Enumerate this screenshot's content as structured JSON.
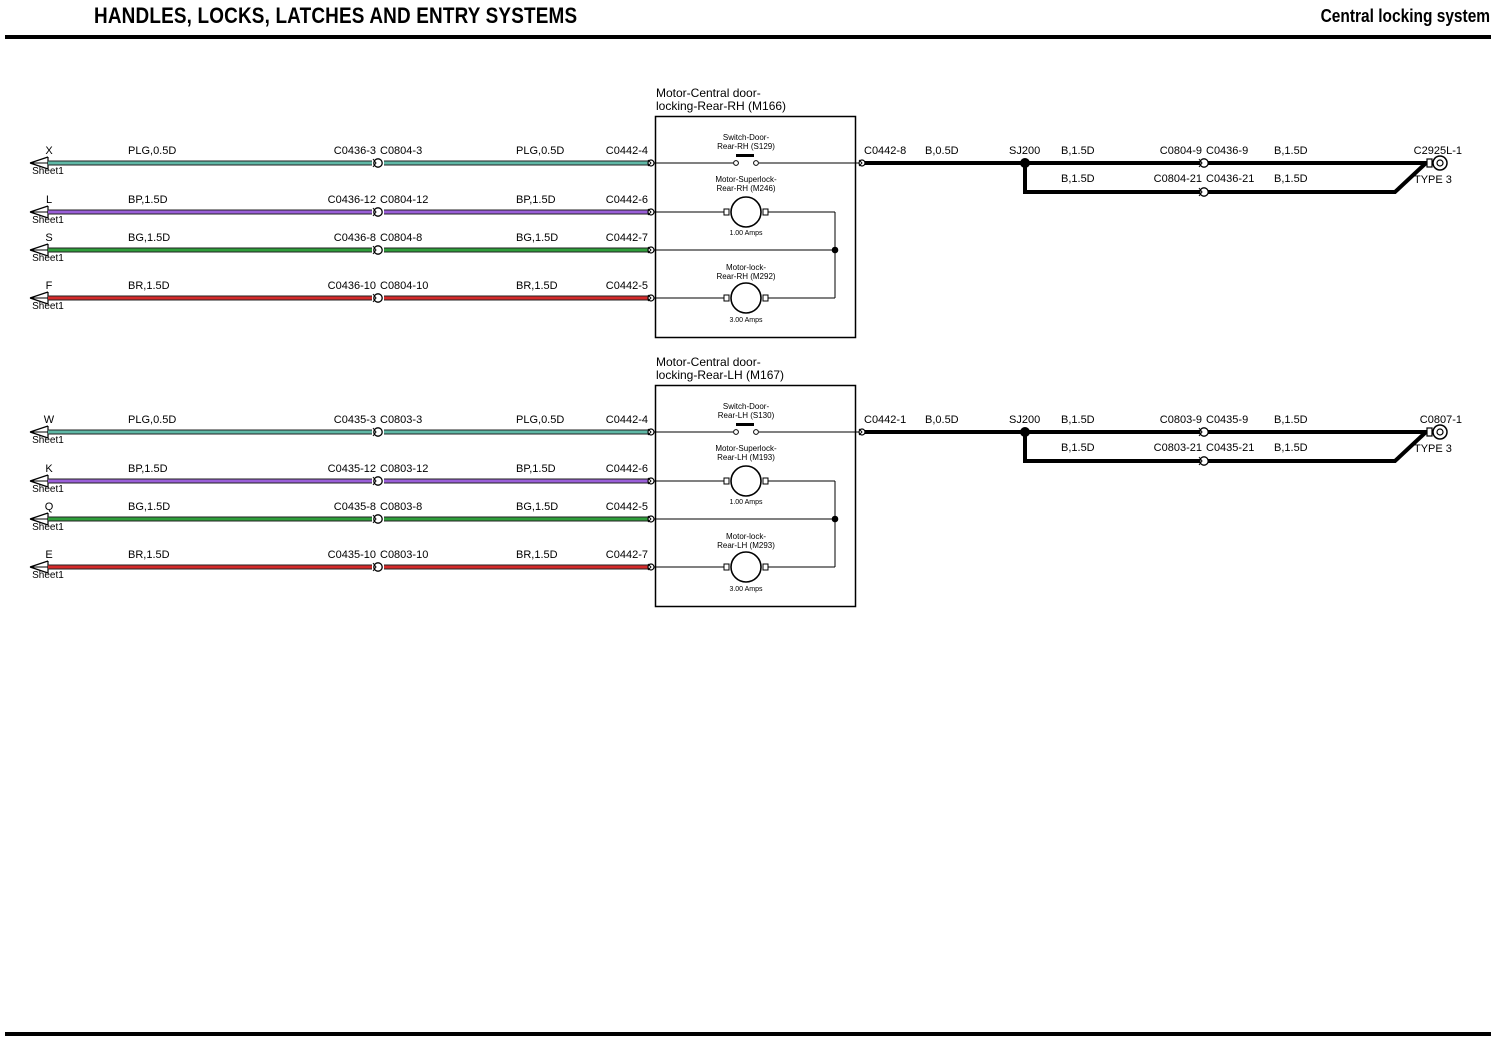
{
  "header": {
    "title": "HANDLES, LOCKS, LATCHES AND ENTRY SYSTEMS",
    "section": "Central locking system"
  },
  "colors": {
    "PLG": "#5fb8a6",
    "BP": "#9a5fd8",
    "BG": "#2f9e3a",
    "BR": "#d42a2a",
    "B": "#000000"
  },
  "blocks": [
    {
      "component_title": [
        "Motor-Central door-",
        "locking-Rear-RH (M166)"
      ],
      "wires": [
        {
          "letter": "X",
          "sheet": "Sheet1",
          "wire1": "PLG,0.5D",
          "conn_a": "C0436-3",
          "conn_b": "C0804-3",
          "wire2": "PLG,0.5D",
          "pin": "C0442-4",
          "color": "PLG"
        },
        {
          "letter": "L",
          "sheet": "Sheet1",
          "wire1": "BP,1.5D",
          "conn_a": "C0436-12",
          "conn_b": "C0804-12",
          "wire2": "BP,1.5D",
          "pin": "C0442-6",
          "color": "BP"
        },
        {
          "letter": "S",
          "sheet": "Sheet1",
          "wire1": "BG,1.5D",
          "conn_a": "C0436-8",
          "conn_b": "C0804-8",
          "wire2": "BG,1.5D",
          "pin": "C0442-7",
          "color": "BG"
        },
        {
          "letter": "F",
          "sheet": "Sheet1",
          "wire1": "BR,1.5D",
          "conn_a": "C0436-10",
          "conn_b": "C0804-10",
          "wire2": "BR,1.5D",
          "pin": "C0442-5",
          "color": "BR"
        }
      ],
      "switch_label": [
        "Switch-Door-",
        "Rear-RH (S129)"
      ],
      "motor1_label": [
        "Motor-Superlock-",
        "Rear-RH (M246)"
      ],
      "motor1_amps": "1.00 Amps",
      "motor2_label": [
        "Motor-lock-",
        "Rear-RH (M292)"
      ],
      "motor2_amps": "3.00 Amps",
      "out_pin": "C0442-8",
      "out_wire": "B,0.5D",
      "splice": "SJ200",
      "upper": {
        "wire_a": "B,1.5D",
        "conn_a": "C0804-9",
        "conn_b": "C0436-9",
        "wire_b": "B,1.5D"
      },
      "lower": {
        "wire_a": "B,1.5D",
        "conn_a": "C0804-21",
        "conn_b": "C0436-21",
        "wire_b": "B,1.5D"
      },
      "ground": "C2925L-1",
      "ground_type": "TYPE 3"
    },
    {
      "component_title": [
        "Motor-Central door-",
        "locking-Rear-LH (M167)"
      ],
      "wires": [
        {
          "letter": "W",
          "sheet": "Sheet1",
          "wire1": "PLG,0.5D",
          "conn_a": "C0435-3",
          "conn_b": "C0803-3",
          "wire2": "PLG,0.5D",
          "pin": "C0442-4",
          "color": "PLG"
        },
        {
          "letter": "K",
          "sheet": "Sheet1",
          "wire1": "BP,1.5D",
          "conn_a": "C0435-12",
          "conn_b": "C0803-12",
          "wire2": "BP,1.5D",
          "pin": "C0442-6",
          "color": "BP"
        },
        {
          "letter": "Q",
          "sheet": "Sheet1",
          "wire1": "BG,1.5D",
          "conn_a": "C0435-8",
          "conn_b": "C0803-8",
          "wire2": "BG,1.5D",
          "pin": "C0442-5",
          "color": "BG"
        },
        {
          "letter": "E",
          "sheet": "Sheet1",
          "wire1": "BR,1.5D",
          "conn_a": "C0435-10",
          "conn_b": "C0803-10",
          "wire2": "BR,1.5D",
          "pin": "C0442-7",
          "color": "BR"
        }
      ],
      "switch_label": [
        "Switch-Door-",
        "Rear-LH (S130)"
      ],
      "motor1_label": [
        "Motor-Superlock-",
        "Rear-LH (M193)"
      ],
      "motor1_amps": "1.00 Amps",
      "motor2_label": [
        "Motor-lock-",
        "Rear-LH (M293)"
      ],
      "motor2_amps": "3.00 Amps",
      "out_pin": "C0442-1",
      "out_wire": "B,0.5D",
      "splice": "SJ200",
      "upper": {
        "wire_a": "B,1.5D",
        "conn_a": "C0803-9",
        "conn_b": "C0435-9",
        "wire_b": "B,1.5D"
      },
      "lower": {
        "wire_a": "B,1.5D",
        "conn_a": "C0803-21",
        "conn_b": "C0435-21",
        "wire_b": "B,1.5D"
      },
      "ground": "C0807-1",
      "ground_type": "TYPE 3"
    }
  ]
}
